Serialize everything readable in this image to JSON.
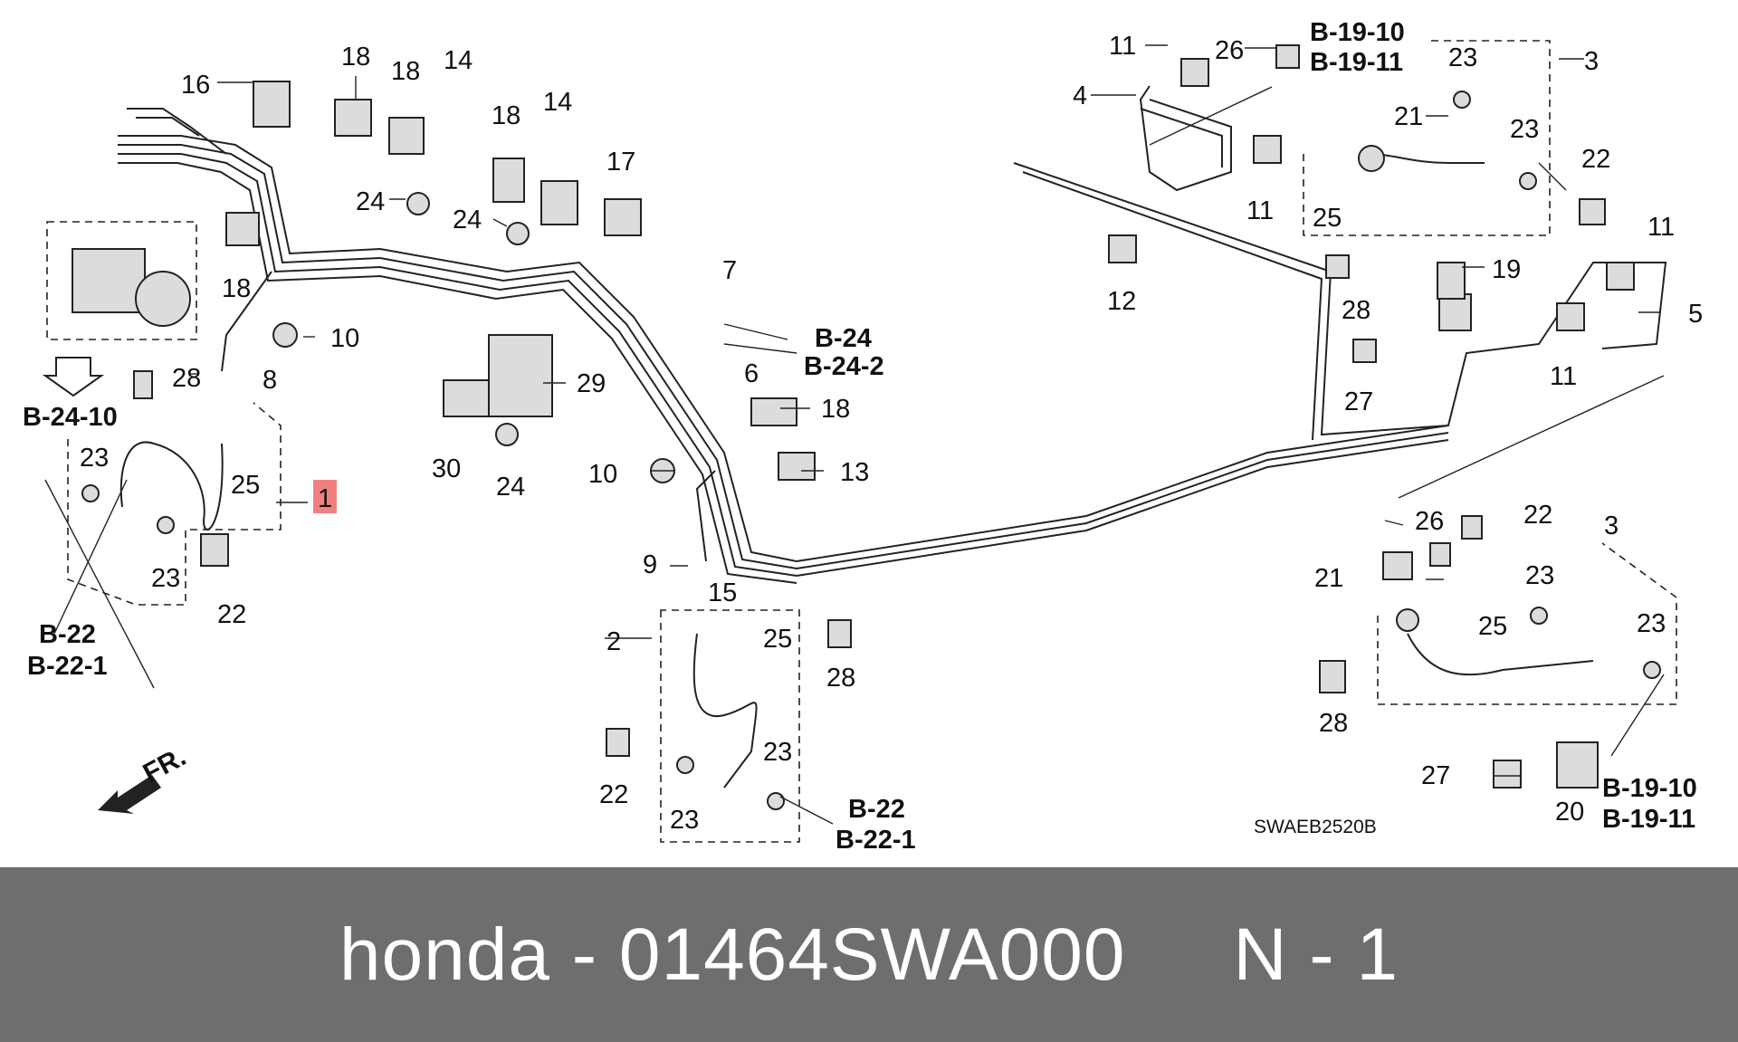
{
  "diagram": {
    "code": "SWAEB2520B",
    "front_label": "FR.",
    "colors": {
      "highlight": "#f08080",
      "footer_bg": "#6e6e6e",
      "footer_text": "#ffffff"
    },
    "callouts": [
      {
        "id": "c16",
        "text": "16"
      },
      {
        "id": "c18a",
        "text": "18"
      },
      {
        "id": "c18b",
        "text": "18"
      },
      {
        "id": "c14a",
        "text": "14"
      },
      {
        "id": "c18c",
        "text": "18"
      },
      {
        "id": "c14b",
        "text": "14"
      },
      {
        "id": "c24a",
        "text": "24"
      },
      {
        "id": "c24b",
        "text": "24"
      },
      {
        "id": "c17",
        "text": "17"
      },
      {
        "id": "c18d",
        "text": "18"
      },
      {
        "id": "c10a",
        "text": "10"
      },
      {
        "id": "c28a",
        "text": "28"
      },
      {
        "id": "c8",
        "text": "8"
      },
      {
        "id": "c7",
        "text": "7"
      },
      {
        "id": "c6",
        "text": "6"
      },
      {
        "id": "c29",
        "text": "29"
      },
      {
        "id": "c30",
        "text": "30"
      },
      {
        "id": "c24c",
        "text": "24"
      },
      {
        "id": "c18e",
        "text": "18"
      },
      {
        "id": "c10b",
        "text": "10"
      },
      {
        "id": "c13",
        "text": "13"
      },
      {
        "id": "c9",
        "text": "9"
      },
      {
        "id": "c15",
        "text": "15"
      },
      {
        "id": "c23a",
        "text": "23"
      },
      {
        "id": "c25a",
        "text": "25"
      },
      {
        "id": "c23b",
        "text": "23"
      },
      {
        "id": "c22a",
        "text": "22"
      },
      {
        "id": "c2",
        "text": "2"
      },
      {
        "id": "c25b",
        "text": "25"
      },
      {
        "id": "c28b",
        "text": "28"
      },
      {
        "id": "c22b",
        "text": "22"
      },
      {
        "id": "c23c",
        "text": "23"
      },
      {
        "id": "c23d",
        "text": "23"
      },
      {
        "id": "c11a",
        "text": "11"
      },
      {
        "id": "c26a",
        "text": "26"
      },
      {
        "id": "c4",
        "text": "4"
      },
      {
        "id": "c21a",
        "text": "21"
      },
      {
        "id": "c11b",
        "text": "11"
      },
      {
        "id": "c23e",
        "text": "23"
      },
      {
        "id": "c3a",
        "text": "3"
      },
      {
        "id": "c23f",
        "text": "23"
      },
      {
        "id": "c22c",
        "text": "22"
      },
      {
        "id": "c25c",
        "text": "25"
      },
      {
        "id": "c12",
        "text": "12"
      },
      {
        "id": "c28c",
        "text": "28"
      },
      {
        "id": "c19",
        "text": "19"
      },
      {
        "id": "c11c",
        "text": "11"
      },
      {
        "id": "c5",
        "text": "5"
      },
      {
        "id": "c11d",
        "text": "11"
      },
      {
        "id": "c27a",
        "text": "27"
      },
      {
        "id": "c26b",
        "text": "26"
      },
      {
        "id": "c22d",
        "text": "22"
      },
      {
        "id": "c3b",
        "text": "3"
      },
      {
        "id": "c21b",
        "text": "21"
      },
      {
        "id": "c23g",
        "text": "23"
      },
      {
        "id": "c25d",
        "text": "25"
      },
      {
        "id": "c23h",
        "text": "23"
      },
      {
        "id": "c28d",
        "text": "28"
      },
      {
        "id": "c27b",
        "text": "27"
      },
      {
        "id": "c20",
        "text": "20"
      }
    ],
    "highlight_callout": "1",
    "refs": {
      "b24": "B-24",
      "b24_2": "B-24-2",
      "b24_10": "B-24-10",
      "b22_left": "B-22",
      "b22_1_left": "B-22-1",
      "b22_mid": "B-22",
      "b22_1_mid": "B-22-1",
      "b19_10_top": "B-19-10",
      "b19_11_top": "B-19-11",
      "b19_10_bot": "B-19-10",
      "b19_11_bot": "B-19-11"
    }
  },
  "footer": {
    "brand": "honda",
    "separator": "-",
    "part_number": "01464SWA000",
    "position": "N - 1"
  }
}
